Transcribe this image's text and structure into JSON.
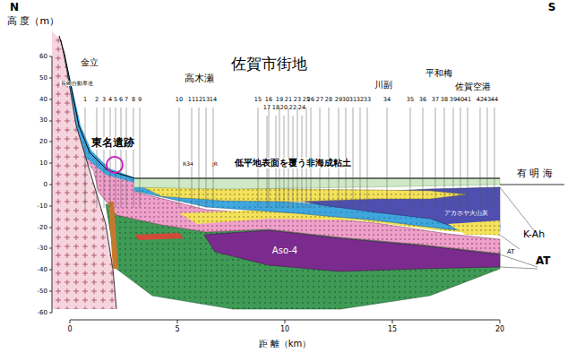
{
  "diagram": {
    "labels": [
      "N",
      "S",
      "高 度（m）",
      "60",
      "50",
      "40",
      "30",
      "20",
      "10",
      "0",
      "-10",
      "-20",
      "-30",
      "-40",
      "-50",
      "-60",
      "0",
      "5",
      "10",
      "15",
      "20",
      "距 離（km）",
      "長崎自動車道",
      "金立",
      "高木瀬",
      "佐賀市街地",
      "川副",
      "平和梅",
      "佐賀空港",
      "東名遺跡",
      "低平地表面を覆う非海成粘土",
      "R34",
      "JR",
      "有 明 海",
      "アカホヤ火山灰",
      "K-Ah",
      "AT",
      "AT",
      "Aso-4",
      "1",
      "2",
      "3",
      "4",
      "5",
      "6",
      "7",
      "8",
      "9",
      "10",
      "11",
      "12",
      "13",
      "14",
      "15",
      "16",
      "17",
      "18",
      "19",
      "20",
      "21",
      "22",
      "23",
      "24",
      "25",
      "26",
      "27",
      "28",
      "29",
      "30",
      "31",
      "32",
      "33",
      "34",
      "35",
      "36",
      "37",
      "38",
      "39",
      "40",
      "41",
      "42",
      "43",
      "44"
    ]
  }
}
